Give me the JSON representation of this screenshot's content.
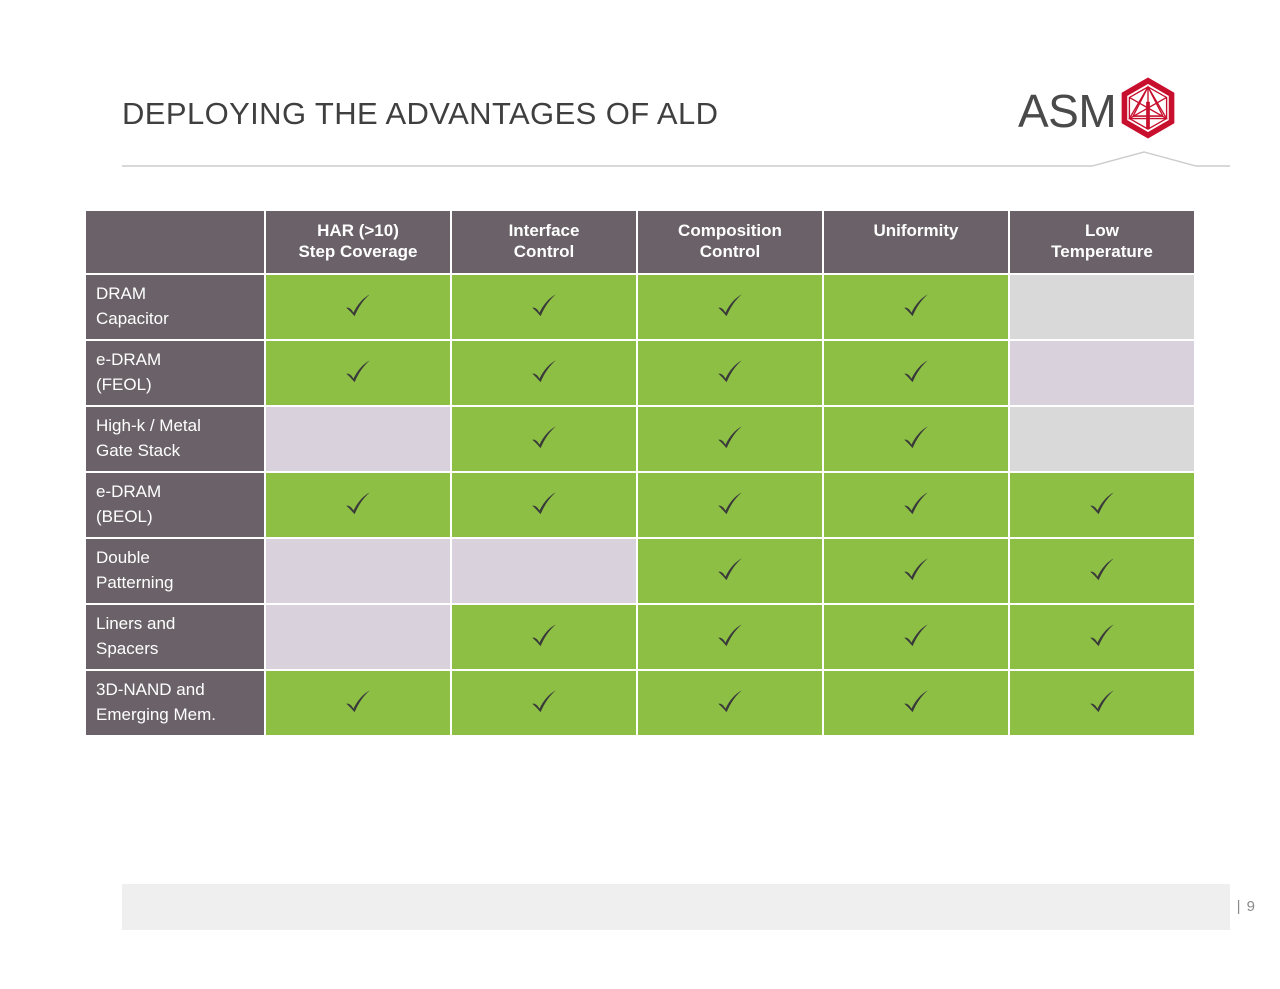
{
  "slide": {
    "title": "DEPLOYING THE ADVANTAGES OF ALD",
    "page_number": "| 9"
  },
  "brand": {
    "wordmark": "ASM",
    "mark_icon": "asm-hexagon-icon",
    "mark_color": "#c8102e",
    "wordmark_color": "#4a4a4a"
  },
  "colors": {
    "header_gray": "#6a6268",
    "row_label_gray": "#6a6268",
    "check_green": "#8dbf45",
    "empty_gray": "#d9d9d9",
    "empty_mauve": "#d9d2dc",
    "footer_gray": "#efefef",
    "title_gray": "#3f3f3f"
  },
  "table": {
    "corner_label": "",
    "columns": [
      "HAR (>10)\nStep Coverage",
      "Interface\nControl",
      "Composition\nControl",
      "Uniformity",
      "Low\nTemperature"
    ],
    "columns_lines": [
      [
        "HAR (>10)",
        "Step Coverage"
      ],
      [
        "Interface",
        "Control"
      ],
      [
        "Composition",
        "Control"
      ],
      [
        "Uniformity",
        ""
      ],
      [
        "Low",
        "Temperature"
      ]
    ],
    "rows": [
      {
        "label_lines": [
          "DRAM",
          "Capacitor"
        ],
        "label": "DRAM Capacitor",
        "cells": [
          {
            "check": true,
            "fill": "green"
          },
          {
            "check": true,
            "fill": "green"
          },
          {
            "check": true,
            "fill": "green"
          },
          {
            "check": true,
            "fill": "green"
          },
          {
            "check": false,
            "fill": "gray"
          }
        ]
      },
      {
        "label_lines": [
          "e-DRAM",
          "(FEOL)"
        ],
        "label": "e-DRAM (FEOL)",
        "cells": [
          {
            "check": true,
            "fill": "green"
          },
          {
            "check": true,
            "fill": "green"
          },
          {
            "check": true,
            "fill": "green"
          },
          {
            "check": true,
            "fill": "green"
          },
          {
            "check": false,
            "fill": "mauve"
          }
        ]
      },
      {
        "label_lines": [
          "High-k / Metal",
          "Gate Stack"
        ],
        "label": "High-k / Metal Gate Stack",
        "cells": [
          {
            "check": false,
            "fill": "mauve"
          },
          {
            "check": true,
            "fill": "green"
          },
          {
            "check": true,
            "fill": "green"
          },
          {
            "check": true,
            "fill": "green"
          },
          {
            "check": false,
            "fill": "gray"
          }
        ]
      },
      {
        "label_lines": [
          "e-DRAM",
          "(BEOL)"
        ],
        "label": "e-DRAM (BEOL)",
        "cells": [
          {
            "check": true,
            "fill": "green"
          },
          {
            "check": true,
            "fill": "green"
          },
          {
            "check": true,
            "fill": "green"
          },
          {
            "check": true,
            "fill": "green"
          },
          {
            "check": true,
            "fill": "green"
          }
        ]
      },
      {
        "label_lines": [
          "Double",
          "Patterning"
        ],
        "label": "Double Patterning",
        "cells": [
          {
            "check": false,
            "fill": "mauve"
          },
          {
            "check": false,
            "fill": "mauve"
          },
          {
            "check": true,
            "fill": "green"
          },
          {
            "check": true,
            "fill": "green"
          },
          {
            "check": true,
            "fill": "green"
          }
        ]
      },
      {
        "label_lines": [
          "Liners and",
          "Spacers"
        ],
        "label": "Liners and Spacers",
        "cells": [
          {
            "check": false,
            "fill": "mauve"
          },
          {
            "check": true,
            "fill": "green"
          },
          {
            "check": true,
            "fill": "green"
          },
          {
            "check": true,
            "fill": "green"
          },
          {
            "check": true,
            "fill": "green"
          }
        ]
      },
      {
        "label_lines": [
          "3D-NAND and",
          "Emerging Mem."
        ],
        "label": "3D-NAND and Emerging Mem.",
        "cells": [
          {
            "check": true,
            "fill": "green"
          },
          {
            "check": true,
            "fill": "green"
          },
          {
            "check": true,
            "fill": "green"
          },
          {
            "check": true,
            "fill": "green"
          },
          {
            "check": true,
            "fill": "green"
          }
        ]
      }
    ]
  }
}
